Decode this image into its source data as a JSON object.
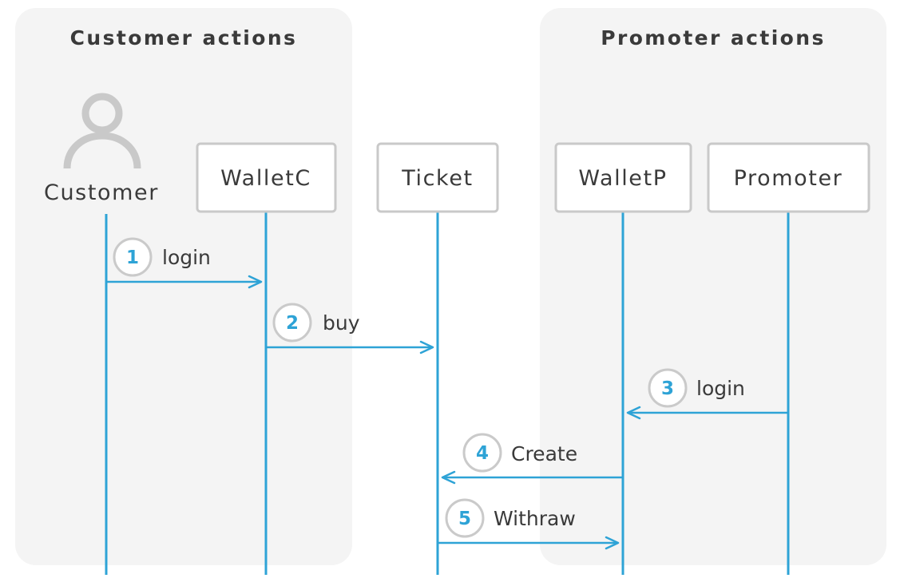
{
  "colors": {
    "accent": "#2ea3d6",
    "group_background": "#f4f4f4",
    "box_border": "#c9c9c9",
    "text": "#3a3a3a"
  },
  "groups": [
    {
      "title": "Customer actions"
    },
    {
      "title": "Promoter actions"
    }
  ],
  "participants": [
    {
      "label": "Customer",
      "kind": "actor",
      "icon": "person-icon"
    },
    {
      "label": "WalletC",
      "kind": "box"
    },
    {
      "label": "Ticket",
      "kind": "box"
    },
    {
      "label": "WalletP",
      "kind": "box"
    },
    {
      "label": "Promoter",
      "kind": "box"
    }
  ],
  "messages": [
    {
      "number": "1",
      "label": "login",
      "from": "Customer",
      "to": "WalletC"
    },
    {
      "number": "2",
      "label": "buy",
      "from": "WalletC",
      "to": "Ticket"
    },
    {
      "number": "3",
      "label": "login",
      "from": "Promoter",
      "to": "WalletP"
    },
    {
      "number": "4",
      "label": "Create",
      "from": "WalletP",
      "to": "Ticket"
    },
    {
      "number": "5",
      "label": "Withraw",
      "from": "Ticket",
      "to": "WalletP"
    }
  ]
}
